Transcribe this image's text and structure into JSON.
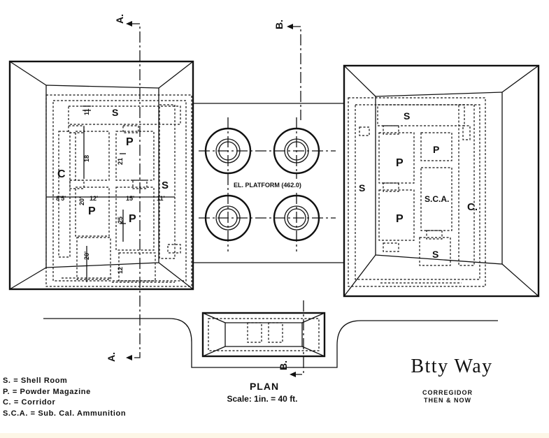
{
  "plan": {
    "labels": {
      "section_a": "A.",
      "section_b": "B.",
      "shell_room": "S",
      "powder_magazine": "P",
      "corridor": "C",
      "sca": "S.C.A.",
      "corridor_right": "C.",
      "platform": "EL. PLATFORM (462.0)"
    },
    "dims": {
      "d11a": "11",
      "d18": "18",
      "d21": "21",
      "d85": "8'5'",
      "d12": "12'",
      "d20": "20'",
      "d15": "15'",
      "d11b": "11'",
      "d25": "25",
      "d20b": "20'",
      "d12b": "12"
    }
  },
  "legend": {
    "items": [
      "S. = Shell Room",
      "P. = Powder Magazine",
      "C. = Corridor",
      "S.C.A. = Sub. Cal. Ammunition"
    ]
  },
  "caption": {
    "title": "PLAN",
    "scale": "Scale: 1in. = 40 ft."
  },
  "credit": {
    "battery": "Btty Way",
    "line1": "CORREGIDOR",
    "line2": "THEN & NOW"
  }
}
